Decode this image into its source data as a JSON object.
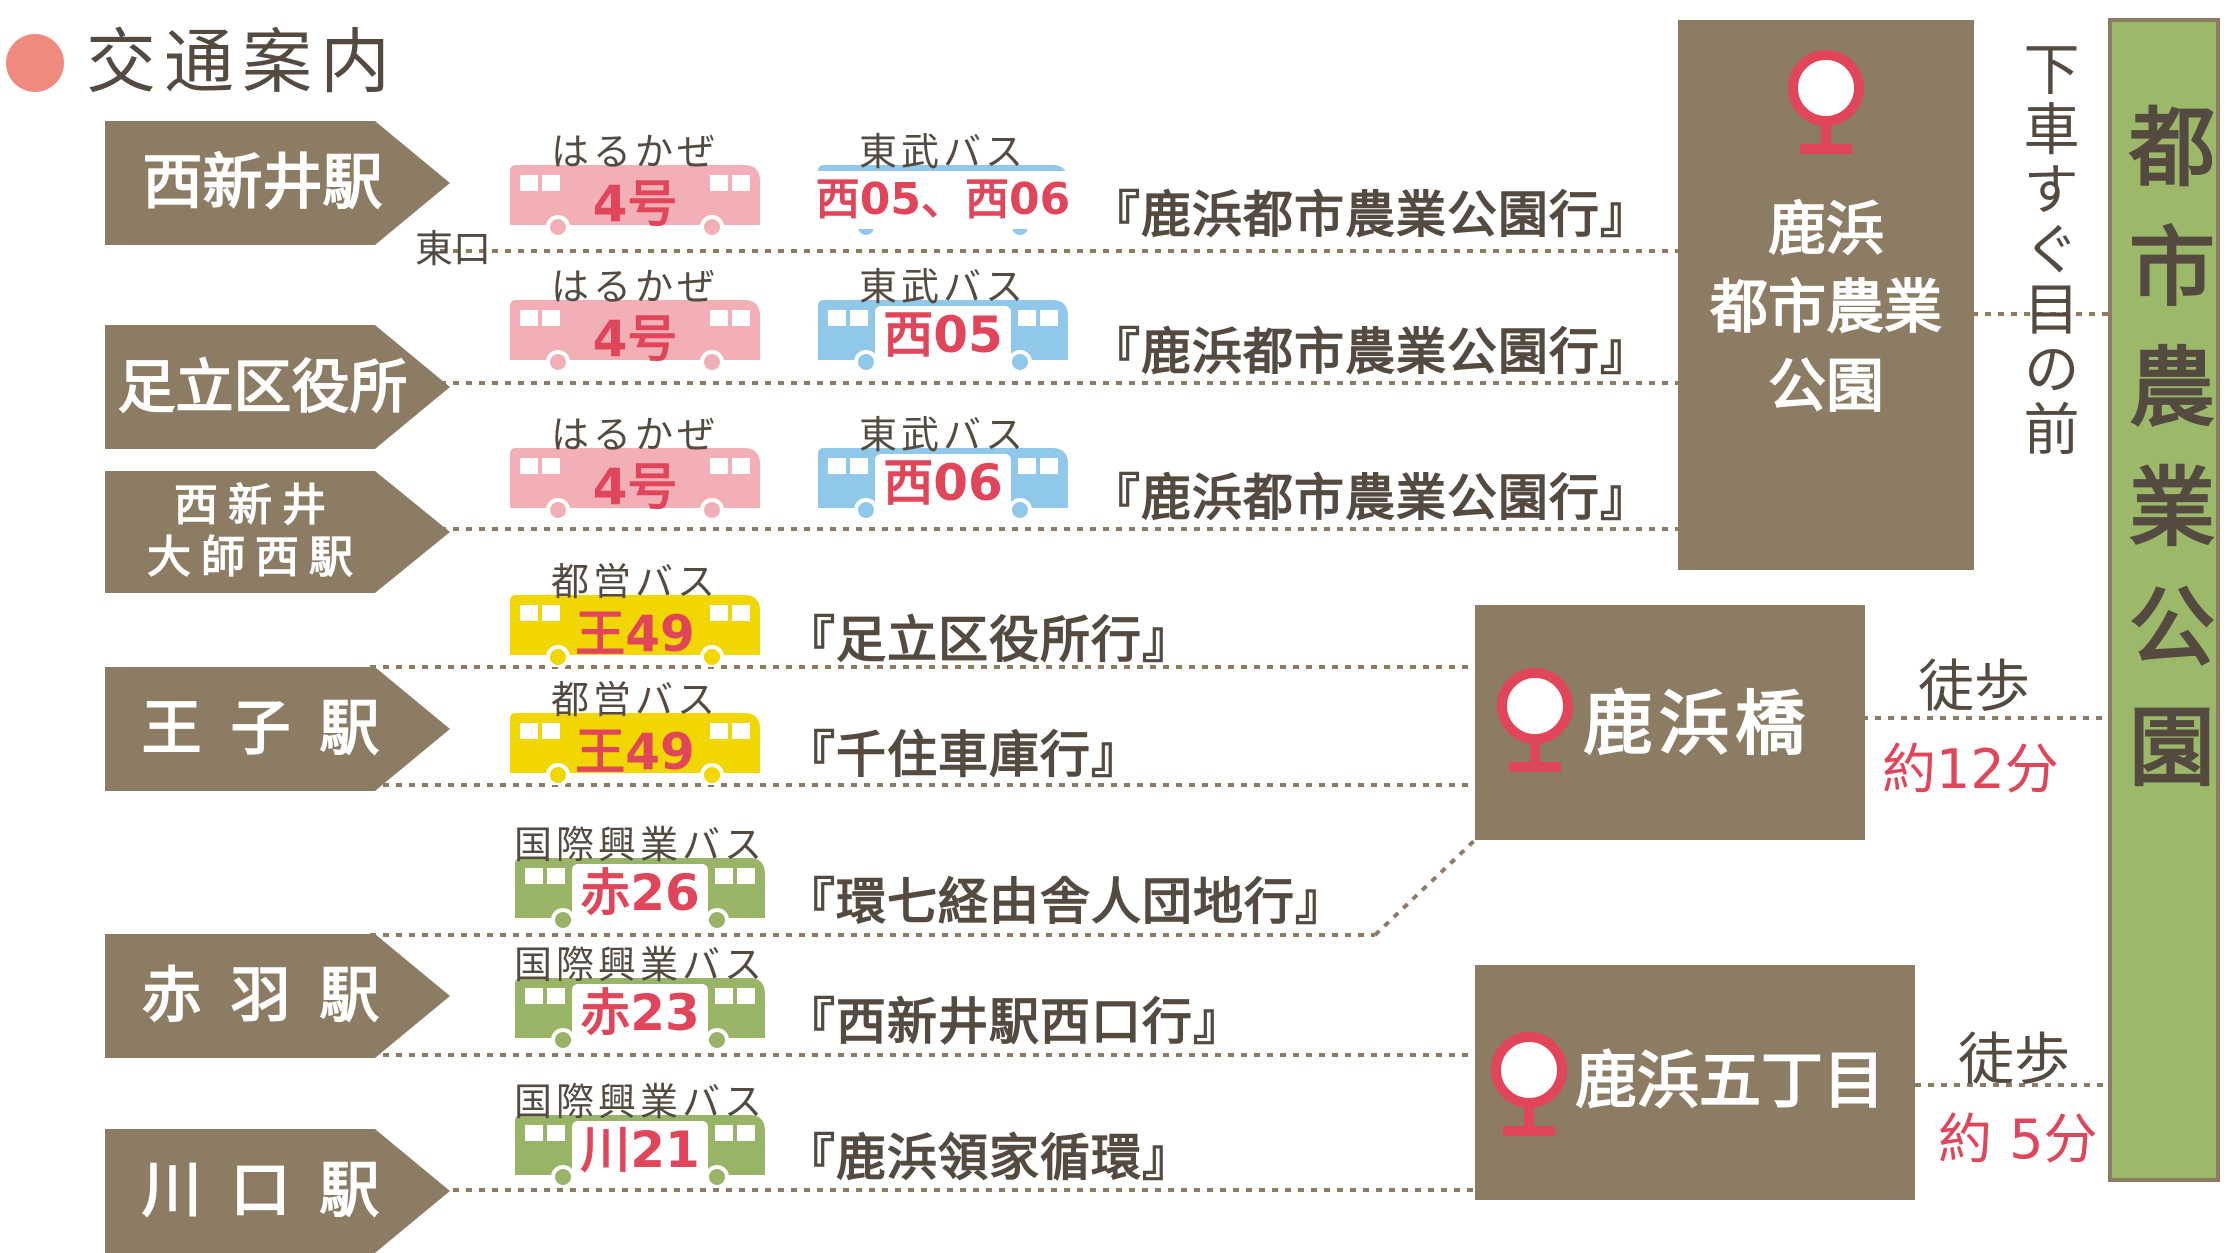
{
  "title": "交通案内",
  "colors": {
    "brown": "#8c7c63",
    "text": "#544a40",
    "accent_red": "#e0455a",
    "title_dot": "#ef8a7e",
    "haru": "#f2b0b6",
    "tobu": "#8fc8e8",
    "toei": "#f2d600",
    "kokusai": "#98b466",
    "destination_bar": "#9cb96a"
  },
  "stations": [
    {
      "name": "西新井駅",
      "sub": "東口"
    },
    {
      "name": "足立区役所"
    },
    {
      "name": "西新井\n大師西駅"
    },
    {
      "name": "王 子 駅"
    },
    {
      "name": "赤 羽 駅"
    },
    {
      "name": "川 口 駅"
    }
  ],
  "routes": [
    {
      "buses": [
        {
          "operator": "はるかぜ",
          "route": "4号"
        },
        {
          "operator": "東武バス",
          "route": "西05、西06"
        }
      ],
      "destination": "『鹿浜都市農業公園行』"
    },
    {
      "buses": [
        {
          "operator": "はるかぜ",
          "route": "4号"
        },
        {
          "operator": "東武バス",
          "route": "西05"
        }
      ],
      "destination": "『鹿浜都市農業公園行』"
    },
    {
      "buses": [
        {
          "operator": "はるかぜ",
          "route": "4号"
        },
        {
          "operator": "東武バス",
          "route": "西06"
        }
      ],
      "destination": "『鹿浜都市農業公園行』"
    },
    {
      "buses": [
        {
          "operator": "都営バス",
          "route": "王49"
        }
      ],
      "destination": "『足立区役所行』"
    },
    {
      "buses": [
        {
          "operator": "都営バス",
          "route": "王49"
        }
      ],
      "destination": "『千住車庫行』"
    },
    {
      "buses": [
        {
          "operator": "国際興業バス",
          "route": "赤26"
        }
      ],
      "destination": "『環七経由舎人団地行』"
    },
    {
      "buses": [
        {
          "operator": "国際興業バス",
          "route": "赤23"
        }
      ],
      "destination": "『西新井駅西口行』"
    },
    {
      "buses": [
        {
          "operator": "国際興業バス",
          "route": "川21"
        }
      ],
      "destination": "『鹿浜領家循環』"
    }
  ],
  "stops": [
    {
      "name": "鹿浜\n都市農業\n公園",
      "access": "下車すぐ目の前"
    },
    {
      "name": "鹿浜橋",
      "walk_label": "徒歩",
      "walk_time": "約12分"
    },
    {
      "name": "鹿浜五丁目",
      "walk_label": "徒歩",
      "walk_time": "約 5分"
    }
  ],
  "destination": "都市農業公園"
}
